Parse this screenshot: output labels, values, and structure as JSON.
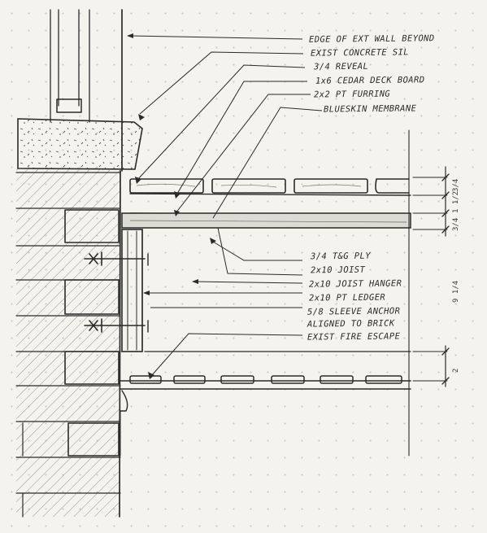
{
  "labels": {
    "edge_of_wall": "EDGE OF EXT WALL BEYOND",
    "concrete_sill": "EXIST CONCRETE SIL",
    "reveal": "3/4 REVEAL",
    "deck_board": "1x6 CEDAR DECK BOARD",
    "furring": "2x2 PT FURRING",
    "membrane": "BLUESKIN MEMBRANE",
    "tg_plywood": "3/4 T&G PLY",
    "joist": "2x10 JOIST",
    "joist_hanger": "2x10 JOIST HANGER",
    "ledger": "2x10 PT LEDGER",
    "sleeve_anchor_1": "5/8 SLEEVE ANCHOR",
    "sleeve_anchor_2": "ALIGNED TO BRICK",
    "fire_escape": "EXIST FIRE ESCAPE"
  },
  "dimensions": {
    "board": "3/4",
    "furring_dim": "1 1/2",
    "ply": "3/4",
    "joist_depth": "9 1/4",
    "escape": "2"
  },
  "colors": {
    "ink": "#2a2a2a",
    "paper": "#f4f3ee",
    "hatch": "#8a8a85"
  }
}
